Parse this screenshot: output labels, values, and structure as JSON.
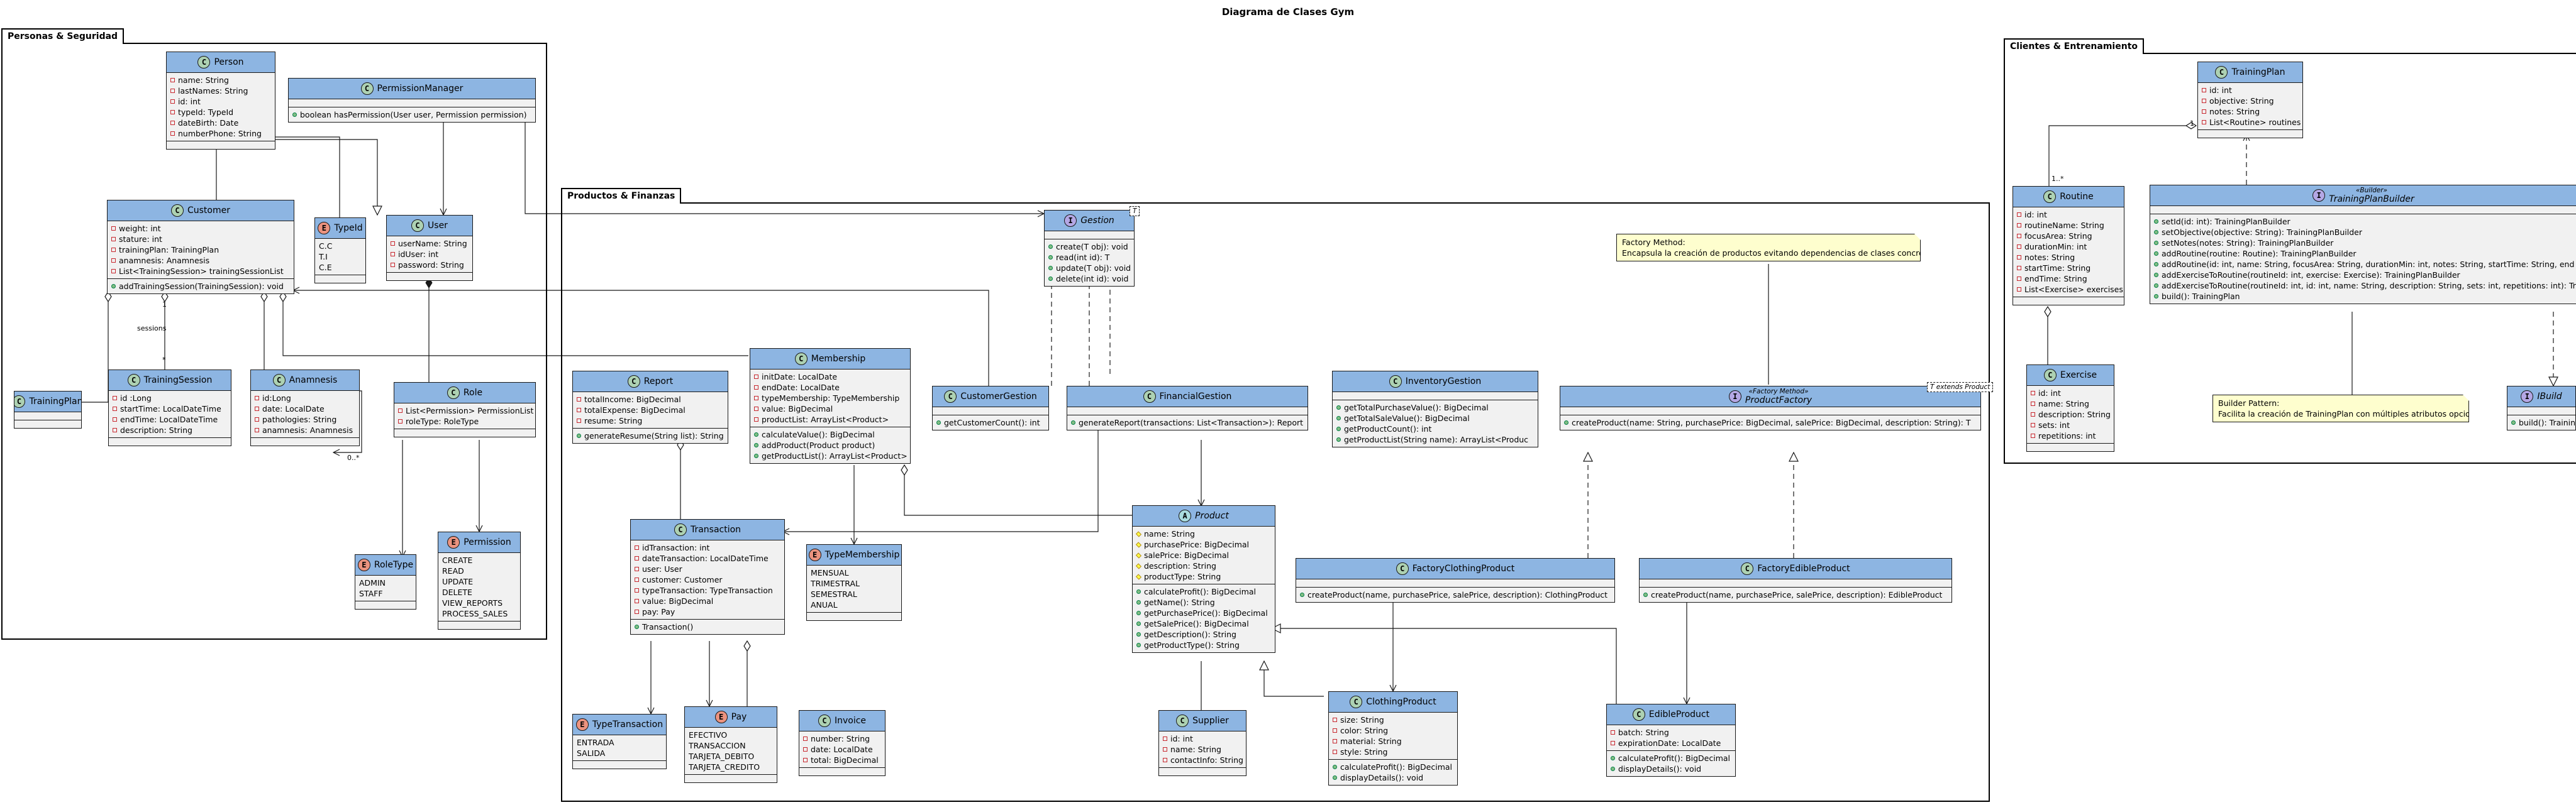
{
  "title": "Diagrama de Clases Gym",
  "packages": {
    "seguridad": "Personas & Seguridad",
    "productos": "Productos & Finanzas",
    "clientes": "Clientes & Entrenamiento"
  },
  "classes": [
    {
      "id": "person",
      "name": "Person",
      "kind": "C",
      "members": [
        [
          "priv",
          "name: String"
        ],
        [
          "priv",
          "lastNames: String"
        ],
        [
          "priv",
          "id: int"
        ],
        [
          "priv",
          "typeId: TypeId"
        ],
        [
          "priv",
          "dateBirth: Date"
        ],
        [
          "priv",
          "numberPhone: String"
        ]
      ],
      "methods": []
    },
    {
      "id": "permissionmanager",
      "name": "PermissionManager",
      "kind": "C",
      "members": [],
      "methods": [
        [
          "pub",
          "boolean hasPermission(User user, Permission permission)"
        ]
      ]
    },
    {
      "id": "customer",
      "name": "Customer",
      "kind": "C",
      "members": [
        [
          "priv",
          "weight: int"
        ],
        [
          "priv",
          "stature: int"
        ],
        [
          "priv",
          "trainingPlan: TrainingPlan"
        ],
        [
          "priv",
          "anamnesis: Anamnesis"
        ],
        [
          "priv",
          "List<TrainingSession> trainingSessionList"
        ]
      ],
      "methods": [
        [
          "pub",
          "addTrainingSession(TrainingSession): void"
        ]
      ]
    },
    {
      "id": "typeid",
      "name": "TypeId",
      "kind": "E",
      "literals": [
        "C.C",
        "T.I",
        "C.E"
      ]
    },
    {
      "id": "user",
      "name": "User",
      "kind": "C",
      "members": [
        [
          "priv",
          "userName: String"
        ],
        [
          "priv",
          "idUser: int"
        ],
        [
          "priv",
          "password: String"
        ]
      ],
      "methods": []
    },
    {
      "id": "trainingplan-ref",
      "name": "TrainingPlan",
      "kind": "C",
      "members": [],
      "methods": []
    },
    {
      "id": "trainingsession",
      "name": "TrainingSession",
      "kind": "C",
      "members": [
        [
          "priv",
          "id :Long"
        ],
        [
          "priv",
          "startTime: LocalDateTime"
        ],
        [
          "priv",
          "endTime: LocalDateTime"
        ],
        [
          "priv",
          "description: String"
        ]
      ],
      "methods": []
    },
    {
      "id": "anamnesis",
      "name": "Anamnesis",
      "kind": "C",
      "members": [
        [
          "priv",
          "id:Long"
        ],
        [
          "priv",
          "date: LocalDate"
        ],
        [
          "priv",
          "pathologies: String"
        ],
        [
          "priv",
          "anamnesis: Anamnesis"
        ]
      ],
      "methods": []
    },
    {
      "id": "role",
      "name": "Role",
      "kind": "C",
      "members": [
        [
          "priv",
          "List<Permission> PermissionList"
        ],
        [
          "priv",
          "roleType: RoleType"
        ]
      ],
      "methods": []
    },
    {
      "id": "roletype",
      "name": "RoleType",
      "kind": "E",
      "literals": [
        "ADMIN",
        "STAFF"
      ]
    },
    {
      "id": "permission",
      "name": "Permission",
      "kind": "E",
      "literals": [
        "CREATE",
        "READ",
        "UPDATE",
        "DELETE",
        "VIEW_REPORTS",
        "PROCESS_SALES"
      ]
    },
    {
      "id": "gestion",
      "name": "Gestion",
      "kind": "I",
      "italic": true,
      "members": [],
      "methods": [
        [
          "pub",
          "create(T obj): void"
        ],
        [
          "pub",
          "read(int id): T"
        ],
        [
          "pub",
          "update(T obj): void"
        ],
        [
          "pub",
          "delete(int id): void"
        ]
      ]
    },
    {
      "id": "report",
      "name": "Report",
      "kind": "C",
      "members": [
        [
          "priv",
          "totalIncome: BigDecimal"
        ],
        [
          "priv",
          "totalExpense: BigDecimal"
        ],
        [
          "priv",
          "resume: String"
        ]
      ],
      "methods": [
        [
          "pub",
          "generateResume(String list): String"
        ]
      ]
    },
    {
      "id": "membership",
      "name": "Membership",
      "kind": "C",
      "members": [
        [
          "priv",
          "initDate: LocalDate"
        ],
        [
          "priv",
          "endDate: LocalDate"
        ],
        [
          "priv",
          "typeMembership: TypeMembership"
        ],
        [
          "priv",
          "value: BigDecimal"
        ],
        [
          "priv",
          "productList: ArrayList<Product>"
        ]
      ],
      "methods": [
        [
          "pub",
          "calculateValue(): BigDecimal"
        ],
        [
          "pub",
          "addProduct(Product product)"
        ],
        [
          "pub",
          "getProductList(): ArrayList<Product>"
        ]
      ]
    },
    {
      "id": "customergestion",
      "name": "CustomerGestion",
      "kind": "C",
      "members": [],
      "methods": [
        [
          "pub",
          "getCustomerCount(): int"
        ]
      ]
    },
    {
      "id": "financialgestion",
      "name": "FinancialGestion",
      "kind": "C",
      "members": [],
      "methods": [
        [
          "pub",
          "generateReport(transactions: List<Transaction>): Report"
        ]
      ]
    },
    {
      "id": "inventorygestion",
      "name": "InventoryGestion",
      "kind": "C",
      "members": [],
      "methods": [
        [
          "pub",
          "getTotalPurchaseValue(): BigDecimal"
        ],
        [
          "pub",
          "getTotalSaleValue(): BigDecimal"
        ],
        [
          "pub",
          "getProductCount(): int"
        ],
        [
          "pub",
          "getProductList(String name): ArrayList<Produc"
        ]
      ]
    },
    {
      "id": "productfactory",
      "name": "ProductFactory",
      "kind": "I",
      "italic": true,
      "stereotype": "«Factory Method»",
      "members": [],
      "methods": [
        [
          "pub",
          "createProduct(name: String, purchasePrice: BigDecimal, salePrice: BigDecimal, description: String): T"
        ]
      ]
    },
    {
      "id": "transaction",
      "name": "Transaction",
      "kind": "C",
      "members": [
        [
          "priv",
          "idTransaction: int"
        ],
        [
          "priv",
          "dateTransaction: LocalDateTime"
        ],
        [
          "priv",
          "user: User"
        ],
        [
          "priv",
          "customer: Customer"
        ],
        [
          "priv",
          "typeTransaction: TypeTransaction"
        ],
        [
          "priv",
          "value: BigDecimal"
        ],
        [
          "priv",
          "pay: Pay"
        ]
      ],
      "methods": [
        [
          "pub",
          "Transaction()"
        ]
      ]
    },
    {
      "id": "typemembership",
      "name": "TypeMembership",
      "kind": "E",
      "literals": [
        "MENSUAL",
        "TRIMESTRAL",
        "SEMESTRAL",
        "ANUAL"
      ]
    },
    {
      "id": "product",
      "name": "Product",
      "kind": "A",
      "italic": true,
      "members": [
        [
          "prot",
          "name: String"
        ],
        [
          "prot",
          "purchasePrice: BigDecimal"
        ],
        [
          "prot",
          "salePrice: BigDecimal"
        ],
        [
          "prot",
          "description: String"
        ],
        [
          "prot",
          "productType: String"
        ]
      ],
      "methods": [
        [
          "pub",
          "calculateProfit(): BigDecimal"
        ],
        [
          "pub",
          "getName(): String"
        ],
        [
          "pub",
          "getPurchasePrice(): BigDecimal"
        ],
        [
          "pub",
          "getSalePrice(): BigDecimal"
        ],
        [
          "pub",
          "getDescription(): String"
        ],
        [
          "pub",
          "getProductType(): String"
        ]
      ]
    },
    {
      "id": "factoryclothing",
      "name": "FactoryClothingProduct",
      "kind": "C",
      "members": [],
      "methods": [
        [
          "pub",
          "createProduct(name, purchasePrice, salePrice, description): ClothingProduct"
        ]
      ]
    },
    {
      "id": "factoryedible",
      "name": "FactoryEdibleProduct",
      "kind": "C",
      "members": [],
      "methods": [
        [
          "pub",
          "createProduct(name, purchasePrice, salePrice, description): EdibleProduct"
        ]
      ]
    },
    {
      "id": "typetransaction",
      "name": "TypeTransaction",
      "kind": "E",
      "literals": [
        "ENTRADA",
        "SALIDA"
      ]
    },
    {
      "id": "pay",
      "name": "Pay",
      "kind": "E",
      "literals": [
        "EFECTIVO",
        "TRANSACCION",
        "TARJETA_DEBITO",
        "TARJETA_CREDITO"
      ]
    },
    {
      "id": "invoice",
      "name": "Invoice",
      "kind": "C",
      "members": [
        [
          "priv",
          "number: String"
        ],
        [
          "priv",
          "date: LocalDate"
        ],
        [
          "priv",
          "total: BigDecimal"
        ]
      ],
      "methods": []
    },
    {
      "id": "supplier",
      "name": "Supplier",
      "kind": "C",
      "members": [
        [
          "priv",
          "id: int"
        ],
        [
          "priv",
          "name: String"
        ],
        [
          "priv",
          "contactInfo: String"
        ]
      ],
      "methods": []
    },
    {
      "id": "clothingproduct",
      "name": "ClothingProduct",
      "kind": "C",
      "members": [
        [
          "priv",
          "size: String"
        ],
        [
          "priv",
          "color: String"
        ],
        [
          "priv",
          "material: String"
        ],
        [
          "priv",
          "style: String"
        ]
      ],
      "methods": [
        [
          "pub",
          "calculateProfit(): BigDecimal"
        ],
        [
          "pub",
          "displayDetails(): void"
        ]
      ]
    },
    {
      "id": "edibleproduct",
      "name": "EdibleProduct",
      "kind": "C",
      "members": [
        [
          "priv",
          "batch: String"
        ],
        [
          "priv",
          "expirationDate: LocalDate"
        ]
      ],
      "methods": [
        [
          "pub",
          "calculateProfit(): BigDecimal"
        ],
        [
          "pub",
          "displayDetails(): void"
        ]
      ]
    },
    {
      "id": "trainingplan",
      "name": "TrainingPlan",
      "kind": "C",
      "members": [
        [
          "priv",
          "id: int"
        ],
        [
          "priv",
          "objective: String"
        ],
        [
          "priv",
          "notes: String"
        ],
        [
          "priv",
          "List<Routine> routines"
        ]
      ],
      "methods": []
    },
    {
      "id": "routine",
      "name": "Routine",
      "kind": "C",
      "members": [
        [
          "priv",
          "id: int"
        ],
        [
          "priv",
          "routineName: String"
        ],
        [
          "priv",
          "focusArea: String"
        ],
        [
          "priv",
          "durationMin: int"
        ],
        [
          "priv",
          "notes: String"
        ],
        [
          "priv",
          "startTime: String"
        ],
        [
          "priv",
          "endTime: String"
        ],
        [
          "priv",
          "List<Exercise> exercises"
        ]
      ],
      "methods": []
    },
    {
      "id": "trainingplanbuilder",
      "name": "TrainingPlanBuilder",
      "kind": "I",
      "italic": true,
      "stereotype": "«Builder»",
      "members": [],
      "methods": [
        [
          "pub",
          "setId(id: int): TrainingPlanBuilder"
        ],
        [
          "pub",
          "setObjective(objective: String): TrainingPlanBuilder"
        ],
        [
          "pub",
          "setNotes(notes: String): TrainingPlanBuilder"
        ],
        [
          "pub",
          "addRoutine(routine: Routine): TrainingPlanBuilder"
        ],
        [
          "pub",
          "addRoutine(id: int, name: String, focusArea: String, durationMin: int, notes: String, startTime: String, end"
        ],
        [
          "pub",
          "addExerciseToRoutine(routineId: int, exercise: Exercise): TrainingPlanBuilder"
        ],
        [
          "pub",
          "addExerciseToRoutine(routineId: int, id: int, name: String, description: String, sets: int, repetitions: int): Tr"
        ],
        [
          "pub",
          "build(): TrainingPlan"
        ]
      ]
    },
    {
      "id": "exercise",
      "name": "Exercise",
      "kind": "C",
      "members": [
        [
          "priv",
          "id: int"
        ],
        [
          "priv",
          "name: String"
        ],
        [
          "priv",
          "description: String"
        ],
        [
          "priv",
          "sets: int"
        ],
        [
          "priv",
          "repetitions: int"
        ]
      ],
      "methods": []
    },
    {
      "id": "ibuilder",
      "name": "IBuild",
      "kind": "I",
      "italic": true,
      "members": [],
      "methods": [
        [
          "pub",
          "build(): Trainin"
        ]
      ]
    }
  ],
  "notes": {
    "factory": [
      "Factory Method:",
      "Encapsula la creación de productos evitando dependencias de clases concretas"
    ],
    "builder": [
      "Builder Pattern:",
      "Facilita la creación de TrainingPlan con múltiples atributos opcionales"
    ]
  },
  "type_params": {
    "gestion": "T",
    "productfactory": "T extends Product"
  },
  "edge_labels": {
    "sessions": "sessions",
    "one": "1",
    "many": "*",
    "zero_many": "0..*",
    "one_many": "1..*",
    "one_b": "1"
  }
}
